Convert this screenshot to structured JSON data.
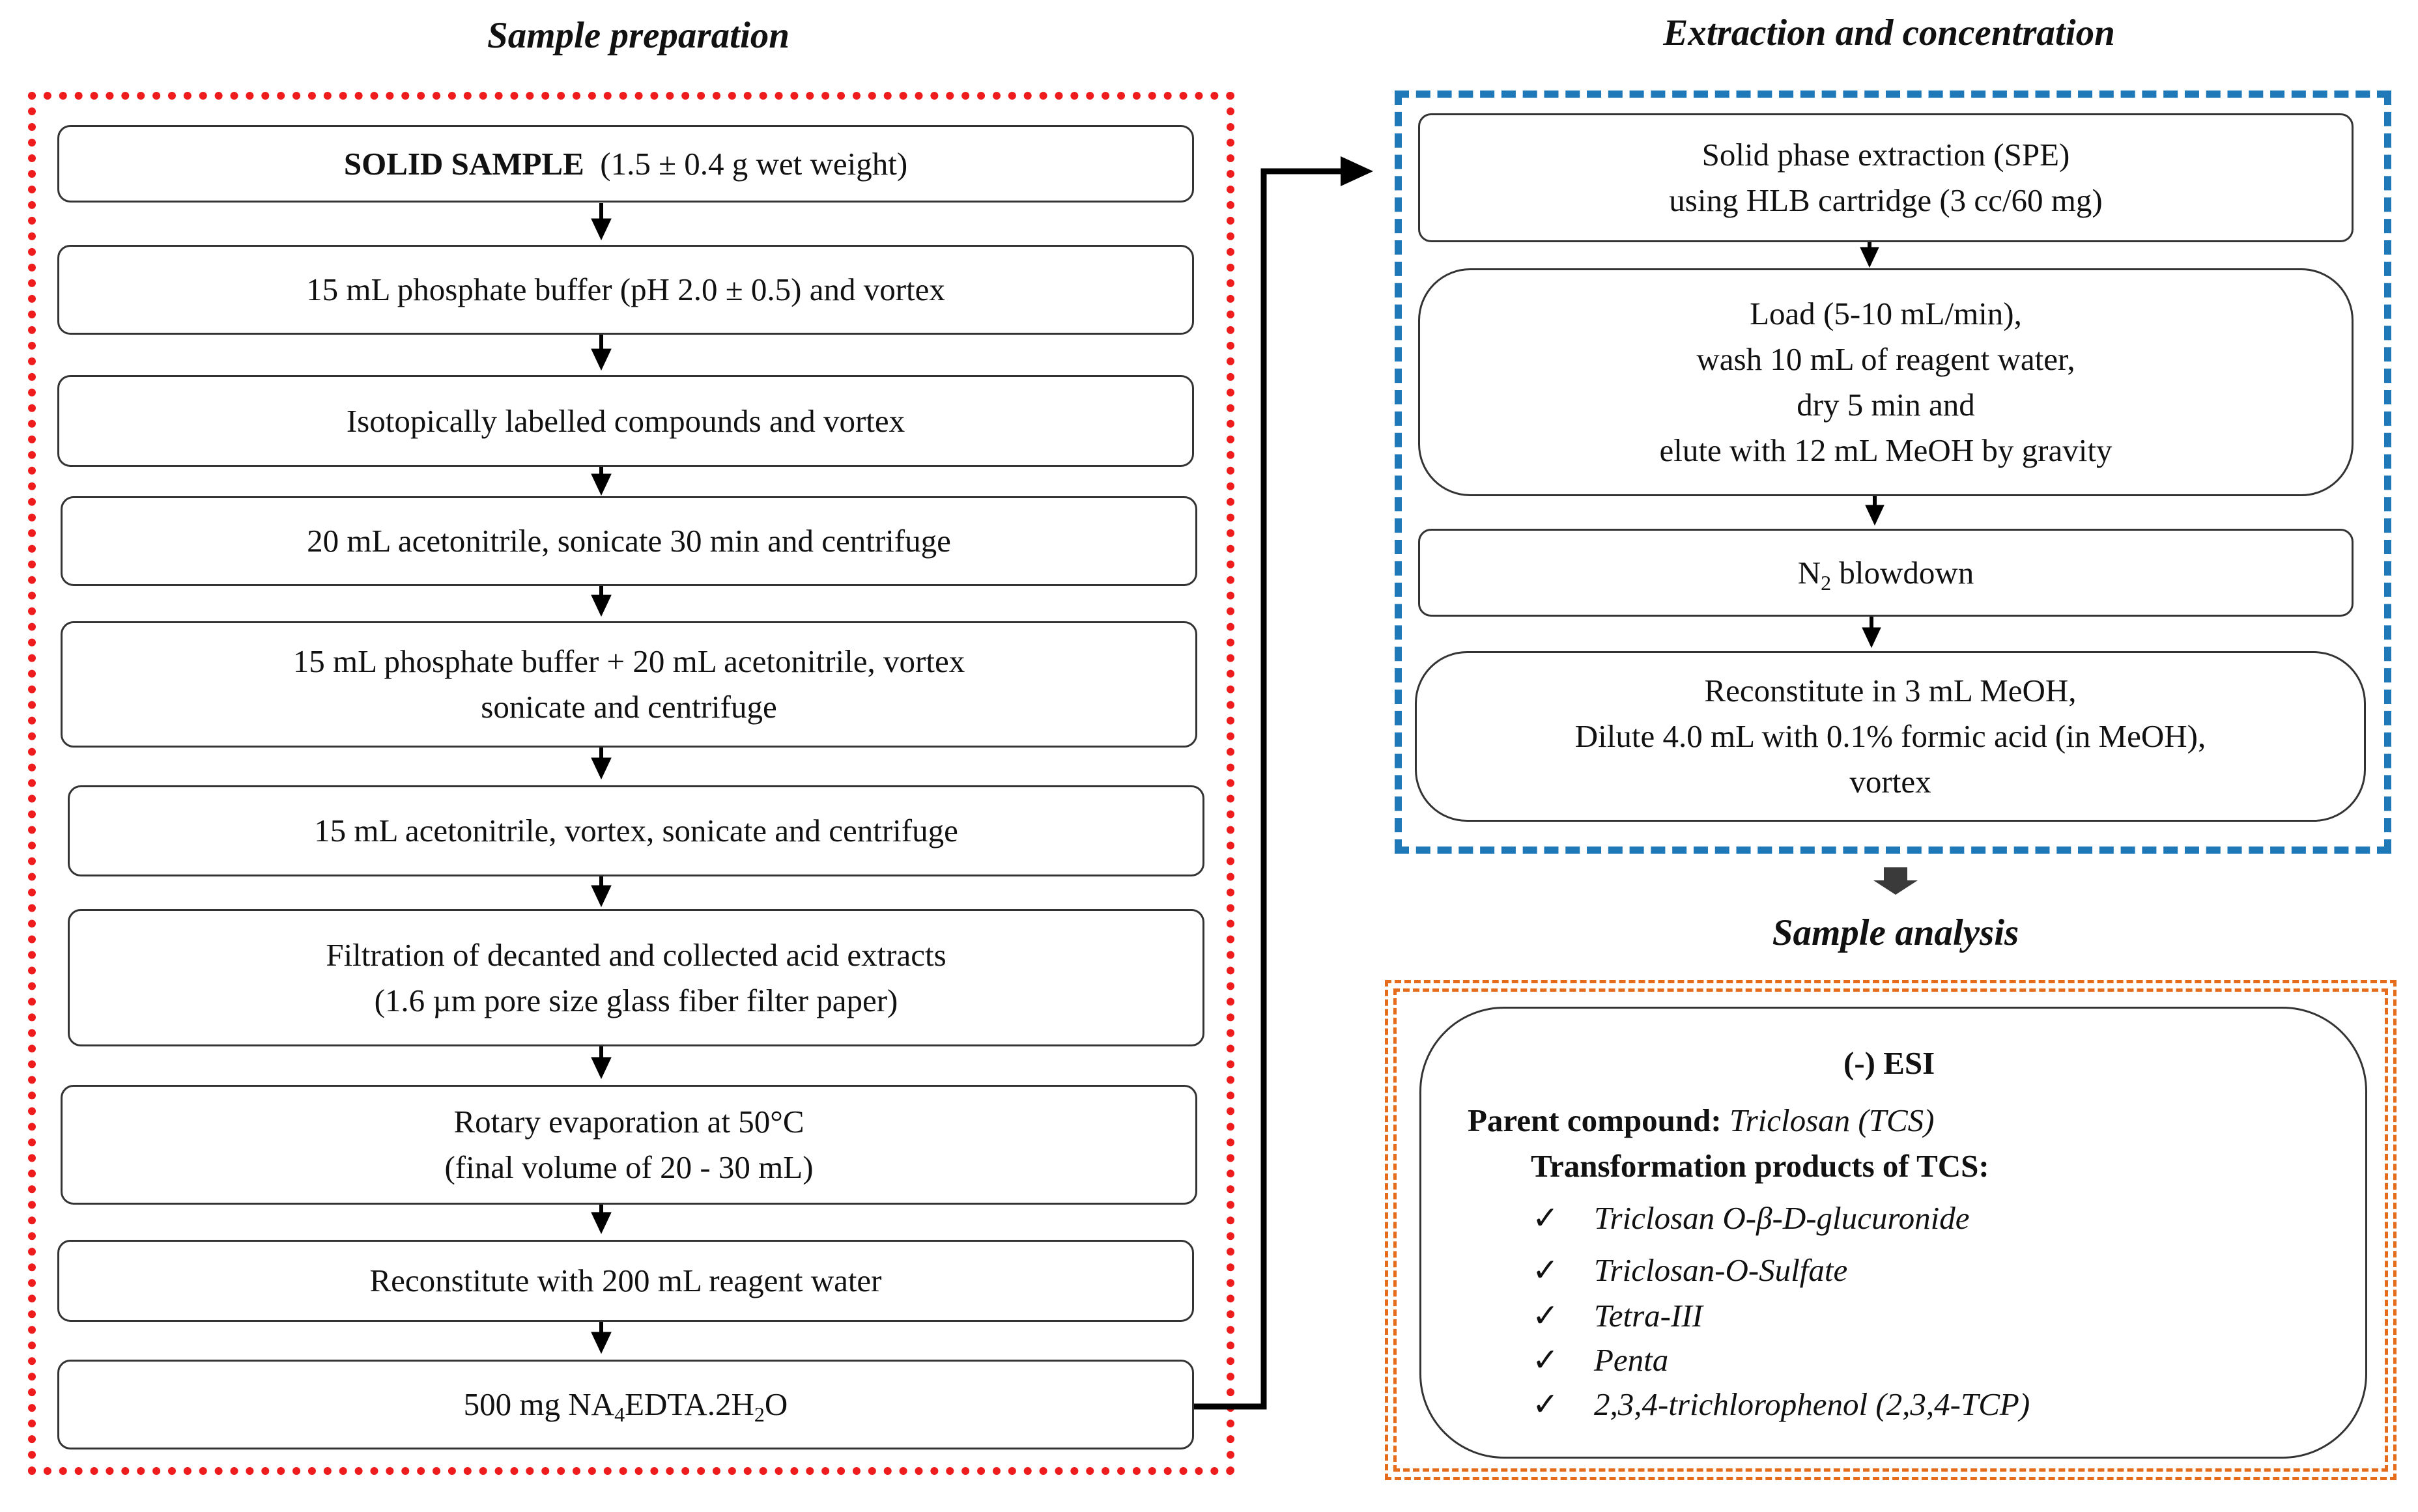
{
  "titles": {
    "sample_preparation": "Sample preparation",
    "extraction": "Extraction and concentration",
    "sample_analysis": "Sample analysis"
  },
  "prep_steps": {
    "s1_bold": "SOLID SAMPLE",
    "s1_rest": "(1.5 ± 0.4 g wet weight)",
    "s2": "15 mL phosphate buffer (pH 2.0 ± 0.5) and vortex",
    "s3": "Isotopically labelled compounds and vortex",
    "s4": "20 mL acetonitrile, sonicate 30 min and centrifuge",
    "s5_l1": "15 mL phosphate buffer + 20 mL acetonitrile, vortex",
    "s5_l2": "sonicate and centrifuge",
    "s6": "15 mL acetonitrile, vortex, sonicate and centrifuge",
    "s7_l1": "Filtration of decanted and collected acid extracts",
    "s7_l2": "(1.6 µm pore size glass fiber filter paper)",
    "s8_l1": "Rotary evaporation at 50°C",
    "s8_l2": "(final volume of 20 - 30 mL)",
    "s9": "Reconstitute with 200 mL reagent water",
    "s10_a": "500 mg NA",
    "s10_sub1": "4",
    "s10_b": "EDTA.2H",
    "s10_sub2": "2",
    "s10_c": "O"
  },
  "extraction_steps": {
    "e1_l1": "Solid phase extraction (SPE)",
    "e1_l2": "using HLB cartridge (3 cc/60 mg)",
    "e2_l1": "Load (5-10 mL/min),",
    "e2_l2": "wash 10 mL of reagent water,",
    "e2_l3": "dry 5 min and",
    "e2_l4": "elute with 12 mL MeOH by gravity",
    "e3_a": "N",
    "e3_sub": "2",
    "e3_b": "blowdown",
    "e4_l1": "Reconstitute in 3 mL MeOH,",
    "e4_l2": "Dilute  4.0 mL with 0.1% formic acid (in MeOH),",
    "e4_l3": "vortex"
  },
  "analysis": {
    "mode": "(-) ESI",
    "parent_label": "Parent compound:",
    "parent_value": "Triclosan (TCS)",
    "tp_label": "Transformation products of TCS:",
    "check_mark": "✓",
    "tp_items": [
      "Triclosan O-β-D-glucuronide",
      "Triclosan-O-Sulfate",
      "Tetra-III",
      "Penta",
      "2,3,4-trichlorophenol (2,3,4-TCP)"
    ]
  },
  "colors": {
    "prep_frame": "#ee1c1c",
    "extract_frame": "#1f78b8",
    "analysis_frame": "#e46c1b",
    "box_border": "#333333",
    "arrow": "#000000",
    "block_arrow": "#3a3a3a"
  }
}
